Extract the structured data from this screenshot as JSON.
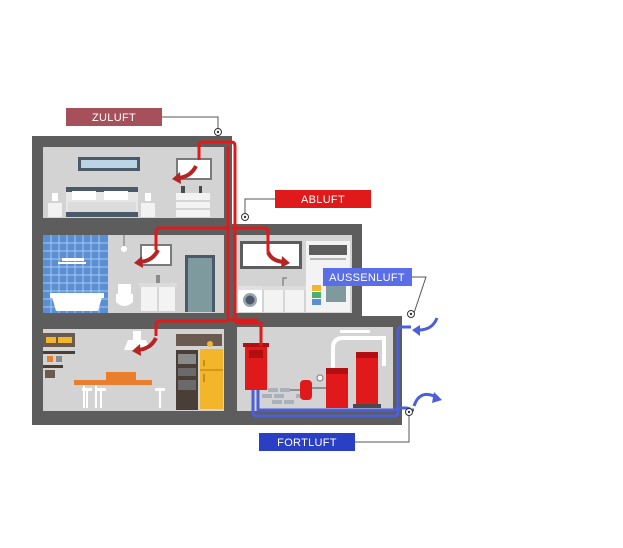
{
  "labels": {
    "zuluft": "ZULUFT",
    "abluft": "ABLUFT",
    "aussenluft": "AUSSENLUFT",
    "fortluft": "FORTLUFT"
  },
  "colors": {
    "zuluft": "#a5505b",
    "abluft": "#e01a1a",
    "aussenluft": "#5a6ee8",
    "fortluft": "#2a3fc4",
    "warm_duct": "#e01a1a",
    "cold_duct": "#4a5fd8",
    "wall": "#5d5d5d",
    "room": "#d3d3d3"
  }
}
